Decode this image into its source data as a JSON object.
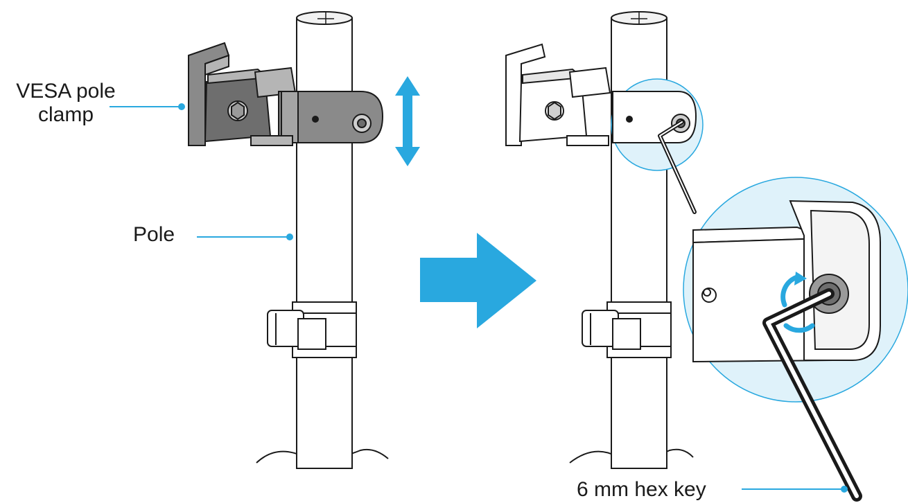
{
  "labels": {
    "clamp_line1": "VESA pole",
    "clamp_line2": "clamp",
    "pole": "Pole",
    "hex_key": "6 mm hex key"
  },
  "colors": {
    "accent": "#29a8df",
    "ink": "#1a1a1a",
    "metal_dark": "#6e6e6e",
    "metal_mid": "#8a8a8a",
    "metal_light": "#b5b5b5",
    "highlight_fill": "#dff2fa"
  },
  "icons": {
    "adjust": "double-arrow-vertical",
    "step": "arrow-right",
    "rotate": "circular-arrow"
  }
}
